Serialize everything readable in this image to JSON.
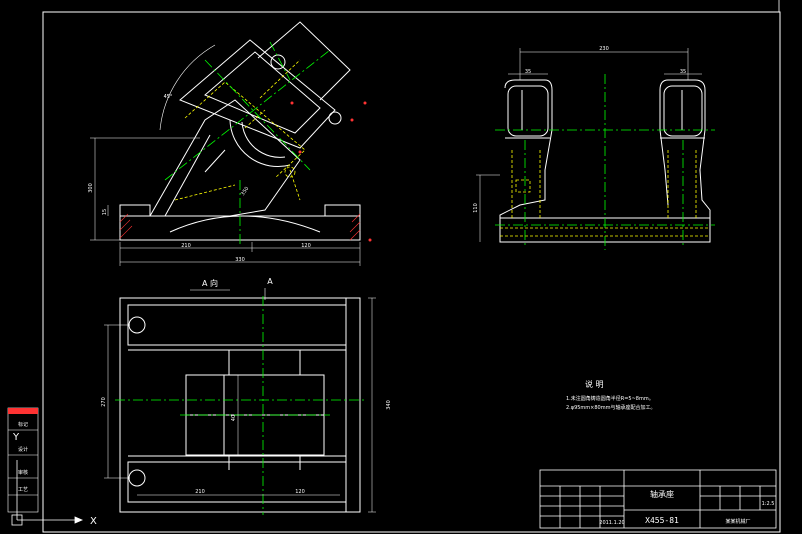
{
  "colors": {
    "background": "#000000",
    "outline": "#ffffff",
    "center_line": "#00ff00",
    "hidden_line": "#ffff00",
    "hatch": "#ff3333",
    "dimension": "#ffffff"
  },
  "front_view": {
    "dims": {
      "overall_width": "330",
      "left_offset": "210",
      "right_offset": "120",
      "height": "300",
      "small_left": "15",
      "tube_len": "350",
      "angle": "45°"
    }
  },
  "side_view": {
    "dims": {
      "top_width": "230",
      "left_width": "35",
      "right_width": "35",
      "height": "110"
    }
  },
  "section_view": {
    "label": "A 向",
    "arrow_label": "A",
    "dims": {
      "width_a": "210",
      "width_b": "120",
      "height_total": "340",
      "height_inner": "270",
      "center": "40"
    }
  },
  "notes": {
    "title": "说 明",
    "line1": "1.未注圆角铸造圆角半径R=5~8mm。",
    "line2": "2.φ95mm×80mm与轴承座配合加工。"
  },
  "title_block": {
    "drawing_name": "轴承座",
    "drawing_number": "X455-81",
    "company": "某某机械厂",
    "scale_label": "1:2.5",
    "date": "2011.1.20"
  },
  "ucs": {
    "x": "X",
    "y": "Y"
  },
  "side_panel": {
    "items": [
      "标记",
      "设计",
      "审核",
      "工艺"
    ]
  }
}
